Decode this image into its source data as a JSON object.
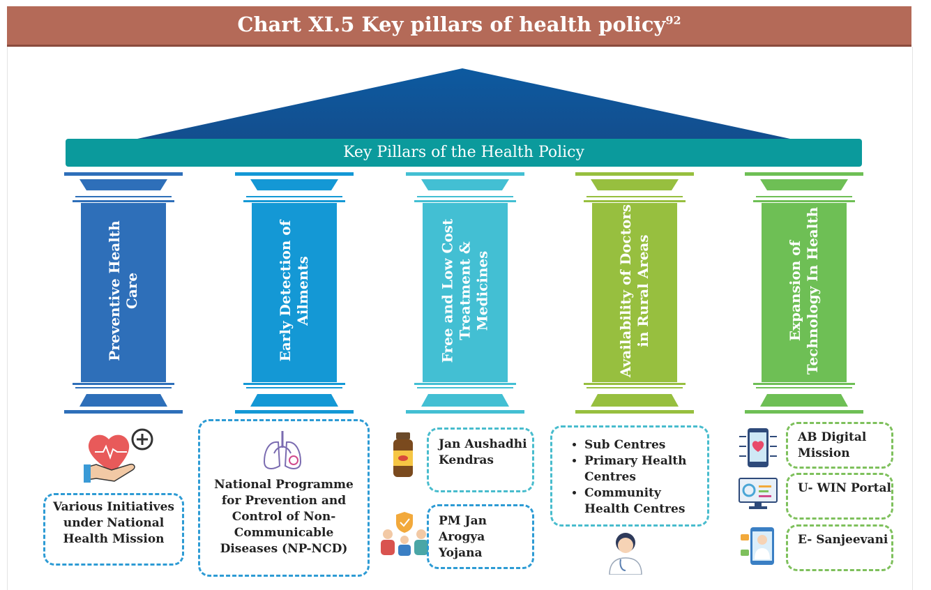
{
  "header": {
    "title": "Chart XI.5 Key pillars of health policy",
    "footnote": "92"
  },
  "beam": {
    "label": "Key Pillars of the Health Policy"
  },
  "pillars": [
    {
      "label": "Preventive Health Care",
      "color": "#2e6fb9"
    },
    {
      "label": "Early Detection of Ailments",
      "color": "#1498d5"
    },
    {
      "label": "Free and Low Cost Treatment & Medicines",
      "color": "#43bfd3"
    },
    {
      "label": "Availability of Doctors in Rural Areas",
      "color": "#97bf3f"
    },
    {
      "label": "Expansion of Technology In Health",
      "color": "#6ebf55"
    }
  ],
  "initiatives": {
    "nhm": "Various Initiatives under National Health Mission",
    "npncd": "National Programme for Prevention and Control of Non-Communicable Diseases (NP-NCD)",
    "jan_aushadhi": "Jan Aushadhi Kendras",
    "pmjay": "PM Jan Arogya Yojana",
    "rural": [
      "Sub Centres",
      "Primary Health Centres",
      "Community Health Centres"
    ],
    "ab_digital": "AB Digital Mission",
    "uwin": "U- WIN Portal",
    "esanjeevani": "E- Sanjeevani"
  },
  "icons": [
    "heart-hand-icon",
    "lungs-icon",
    "medicine-bottle-icon",
    "family-shield-icon",
    "doctor-icon",
    "digital-phone-icon",
    "monitor-portal-icon",
    "telemedicine-icon"
  ]
}
